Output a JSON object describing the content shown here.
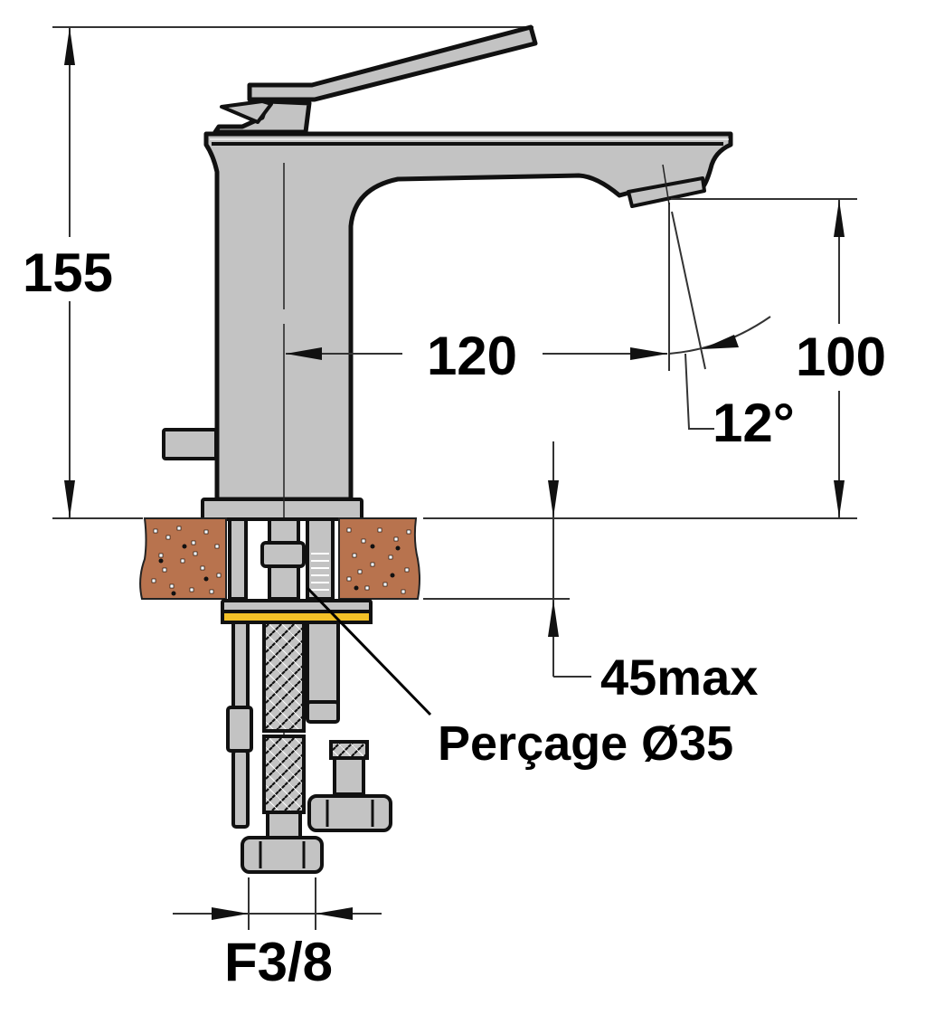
{
  "drawing": {
    "subject": "basin mixer tap installation dimension drawing",
    "colors": {
      "metal_fill": "#c3c3c3",
      "outline": "#111111",
      "countertop": "#b8734e",
      "gasket": "#f2c027",
      "dimension_line": "#333333"
    }
  },
  "dimensions": {
    "total_height": {
      "label": "155",
      "unit": "mm"
    },
    "spout_reach": {
      "label": "120",
      "unit": "mm"
    },
    "spout_height": {
      "label": "100",
      "unit": "mm"
    },
    "spout_angle": {
      "label": "12°"
    },
    "max_counter_thickness": {
      "label": "45max"
    },
    "drill_hole": {
      "label": "Perçage Ø35"
    },
    "connection": {
      "label": "F3/8"
    }
  },
  "parts": [
    {
      "name": "lever-handle"
    },
    {
      "name": "tap-body"
    },
    {
      "name": "spout-aerator"
    },
    {
      "name": "pop-up-knob"
    },
    {
      "name": "base-plate"
    },
    {
      "name": "countertop"
    },
    {
      "name": "fixing-washer"
    },
    {
      "name": "pop-up-rod"
    },
    {
      "name": "braided-hose"
    },
    {
      "name": "hose-nut"
    },
    {
      "name": "fixing-stud"
    }
  ]
}
